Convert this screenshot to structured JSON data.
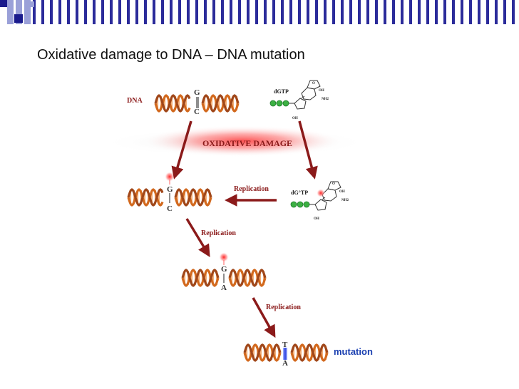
{
  "slide": {
    "title": "Oxidative damage to DNA –  DNA mutation"
  },
  "diagram": {
    "dna_label": "DNA",
    "dgtp_label": "dGTP",
    "oxidative_label": "OXIDATIVE DAMAGE",
    "damaged_dgtp_label": "dG°TP",
    "replication_label": "Replication",
    "mutation_label": "mutation",
    "pairs": {
      "original": [
        "G",
        "C"
      ],
      "damaged": [
        "G",
        "C"
      ],
      "mispaired": [
        "G",
        "A"
      ],
      "mutated": [
        "T",
        "A"
      ]
    },
    "molecule_atoms": {
      "o": "O",
      "oh": "OH",
      "nh2": "NH2",
      "n": "N"
    }
  },
  "colors": {
    "arrow": "#8b1a1a",
    "helix": "#d2691e",
    "phosphate": "#3cb043",
    "damage_glow": "#ff5a5a",
    "mutation_text": "#1a3fb0",
    "stripe_dark": "#1a1a8c"
  }
}
